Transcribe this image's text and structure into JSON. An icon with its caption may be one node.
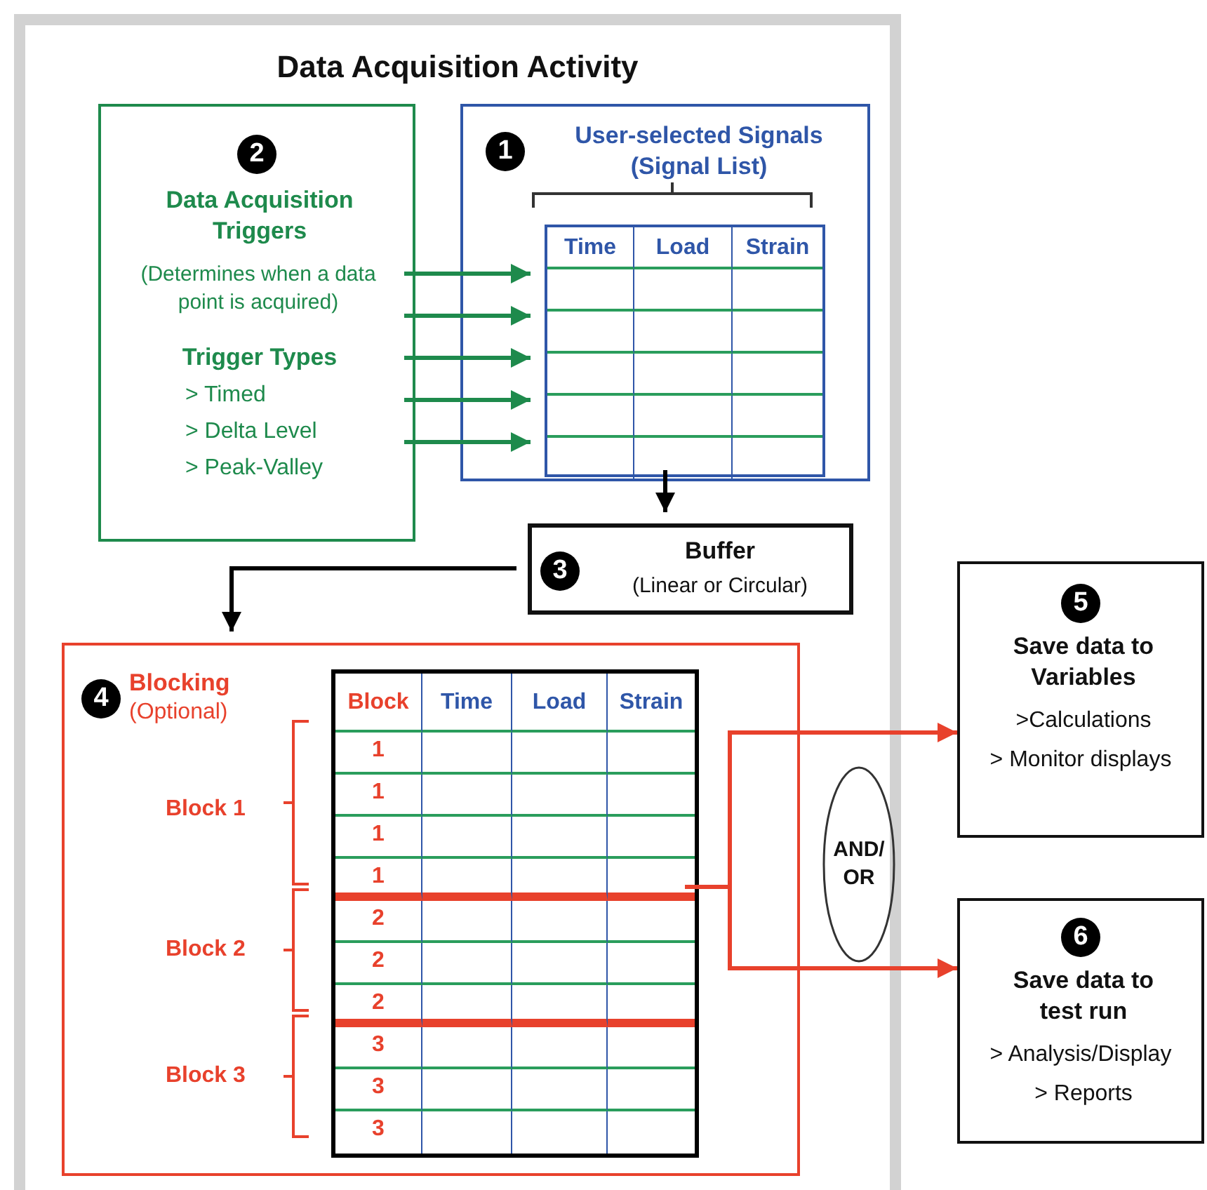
{
  "diagram": {
    "nodes": [
      {
        "text": [
          "Data Acquisition Activity"
        ]
      },
      {
        "text": [
          "2",
          "Data Acquisition Triggers",
          "(Determines when a data point is acquired)",
          "Trigger Types",
          "> Timed",
          "> Delta Level",
          "> Peak-Valley"
        ],
        "in": 0
      },
      {
        "text": [
          "1",
          "User-selected Signals (Signal List)"
        ],
        "in": 0
      },
      {
        "text": [
          "Time",
          "Load",
          "Strain"
        ],
        "in": 2
      },
      {
        "text": [
          "3",
          "Buffer",
          "(Linear or Circular)"
        ],
        "in": 0
      },
      {
        "text": [
          "4",
          "Blocking",
          "(Optional)"
        ],
        "in": 0
      },
      {
        "text": [
          "Block",
          "Time",
          "Load",
          "Strain",
          "1",
          "1",
          "1",
          "1",
          "2",
          "2",
          "2",
          "3",
          "3",
          "3"
        ],
        "in": 5
      },
      {
        "text": [
          "AND/ OR"
        ],
        "in": 0
      },
      {
        "text": [
          "5",
          "Save data to Variables",
          ">Calculations",
          "> Monitor displays"
        ]
      },
      {
        "text": [
          "6",
          "Save data to test run",
          "> Analysis/Display",
          "> Reports"
        ]
      }
    ],
    "edges": [
      {
        "from": 1,
        "to": 3,
        "arrow": "to"
      },
      {
        "from": 1,
        "to": 3,
        "arrow": "to"
      },
      {
        "from": 1,
        "to": 3,
        "arrow": "to"
      },
      {
        "from": 1,
        "to": 3,
        "arrow": "to"
      },
      {
        "from": 1,
        "to": 3,
        "arrow": "to"
      },
      {
        "from": 2,
        "to": 4,
        "arrow": "to",
        "color": "#000000"
      },
      {
        "from": 4,
        "to": 5,
        "arrow": "to",
        "color": "#000000"
      },
      {
        "from": 6,
        "to": 8,
        "arrow": "to",
        "color": "#e8412c"
      },
      {
        "from": 6,
        "to": 9,
        "arrow": "to",
        "color": "#e8412c"
      }
    ],
    "labels": [
      "Block 1",
      "Block 2",
      "Block 3"
    ]
  }
}
